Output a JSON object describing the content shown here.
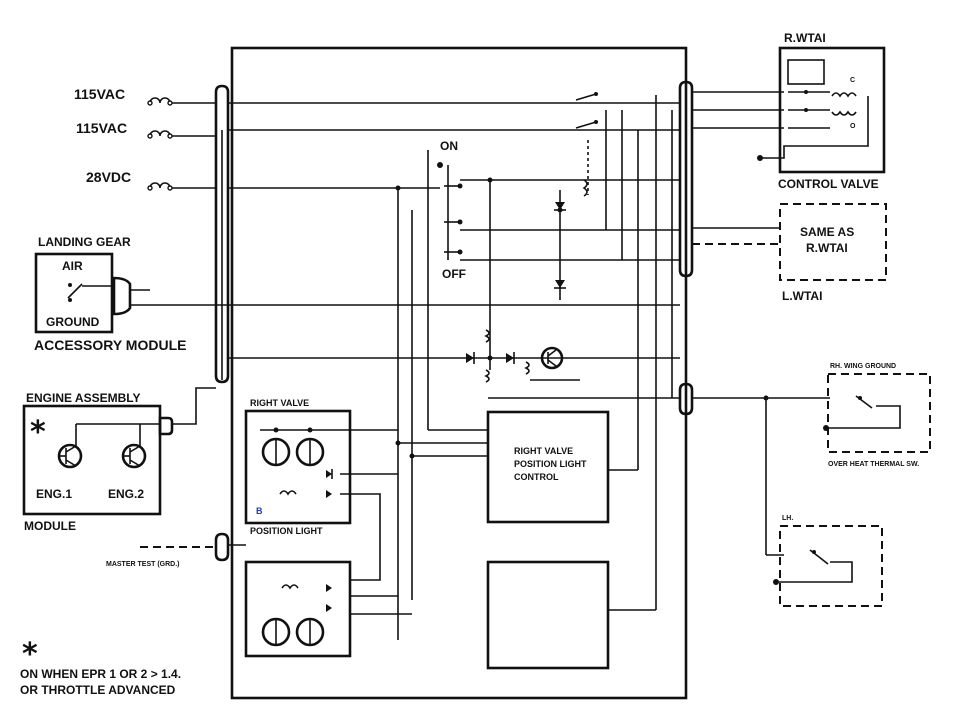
{
  "sources": {
    "ac1": "115VAC",
    "ac2": "115VAC",
    "dc": "28VDC"
  },
  "landing_gear": {
    "title": "LANDING GEAR",
    "air": "AIR",
    "ground": "GROUND",
    "module": "ACCESSORY MODULE"
  },
  "engine": {
    "title": "ENGINE ASSEMBLY",
    "eng1": "ENG.1",
    "eng2": "ENG.2",
    "module": "MODULE"
  },
  "switch": {
    "on": "ON",
    "off": "OFF"
  },
  "r_wtai": {
    "title": "R.WTAI",
    "c": "C",
    "o": "O",
    "control_valve": "CONTROL VALVE"
  },
  "l_wtai": {
    "same_as_1": "SAME AS",
    "same_as_2": "R.WTAI",
    "title": "L.WTAI"
  },
  "right_valve": {
    "title": "RIGHT VALVE",
    "b": "B",
    "position_light": "POSITION LIGHT"
  },
  "control_box": {
    "line1": "RIGHT VALVE",
    "line2": "POSITION LIGHT",
    "line3": "CONTROL"
  },
  "wing_ground": {
    "rh": "RH. WING GROUND",
    "thermal": "OVER HEAT THERMAL SW.",
    "lh": "LH."
  },
  "master_test": "MASTER TEST (GRD.)",
  "footnote": {
    "star": "*",
    "line1": "ON WHEN EPR 1 OR 2 > 1.4.",
    "line2": "OR THROTTLE ADVANCED"
  }
}
